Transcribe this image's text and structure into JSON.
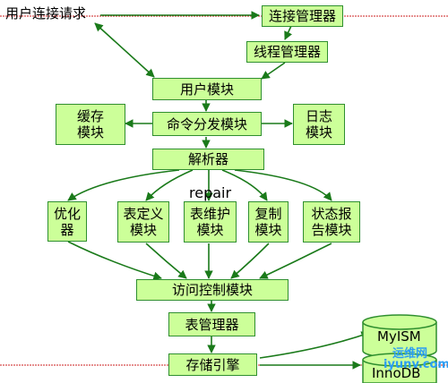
{
  "user_request": "用户连接请求",
  "nodes": {
    "conn_mgr": "连接管理器",
    "thread_mgr": "线程管理器",
    "user_module": "用户模块",
    "cache_module": "缓存\n模块",
    "cmd_dispatch": "命令分发模块",
    "log_module": "日志\n模块",
    "parser": "解析器",
    "optimizer": "优化\n器",
    "table_def": "表定义\n模块",
    "table_maint": "表维护\n模块",
    "replication": "复制\n模块",
    "status_report": "状态报\n告模块",
    "access_ctrl": "访问控制模块",
    "table_mgr": "表管理器",
    "storage_engine": "存储引擎"
  },
  "repair_label": "repair",
  "engines": [
    "MyISM",
    "InnoDB"
  ],
  "watermark": {
    "line1": "运维网",
    "line2": "iyunv.com"
  },
  "colors": {
    "box_fill": "#ccff99",
    "box_border": "#2f8f2f",
    "arrow": "#1a7a1a",
    "separator": "#cc2020",
    "watermark": "#2a9df4"
  }
}
